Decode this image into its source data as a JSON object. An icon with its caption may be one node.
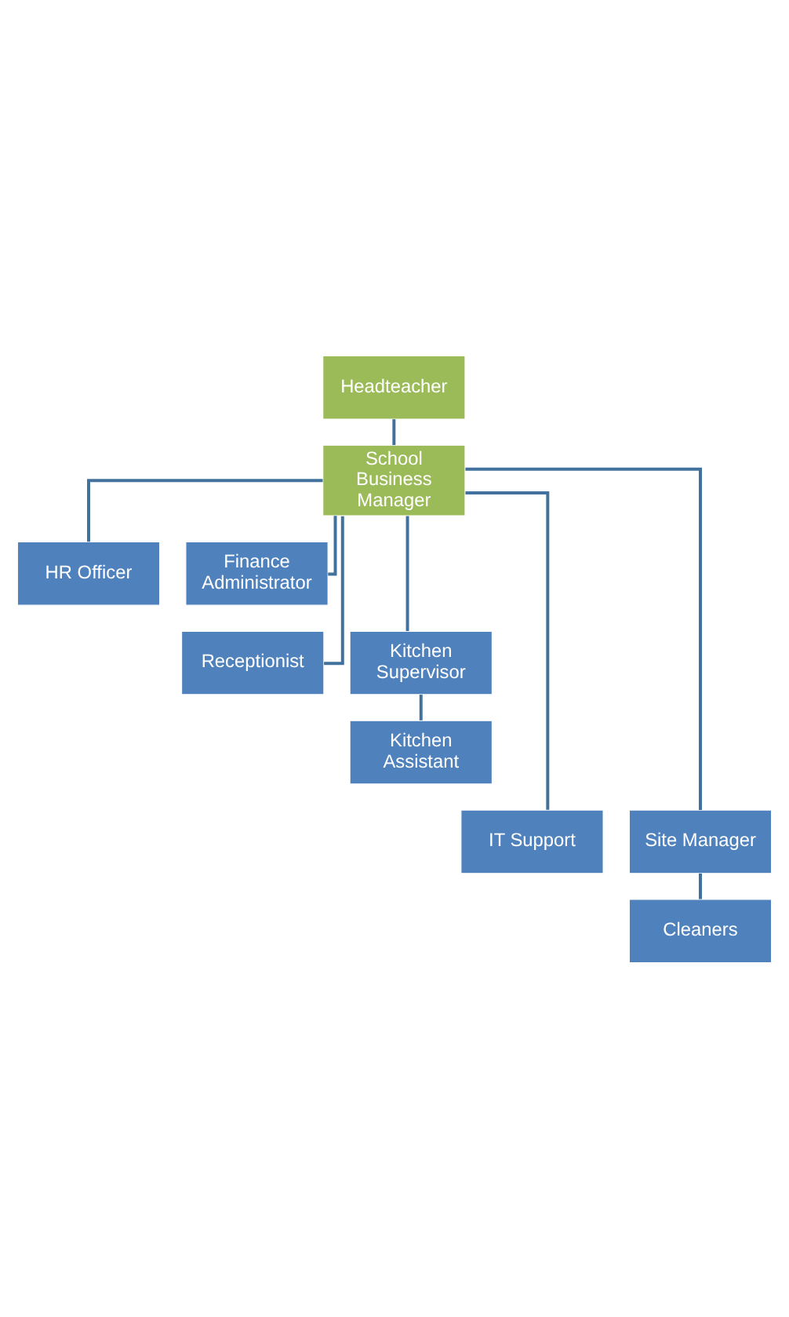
{
  "diagram": {
    "nodes": [
      {
        "text": [
          "Headteacher"
        ]
      },
      {
        "text": [
          "School Business Manager"
        ]
      },
      {
        "text": [
          "HR Officer"
        ]
      },
      {
        "text": [
          "Finance Administrator"
        ]
      },
      {
        "text": [
          "Receptionist"
        ]
      },
      {
        "text": [
          "Kitchen Supervisor"
        ]
      },
      {
        "text": [
          "Kitchen Assistant"
        ]
      },
      {
        "text": [
          "IT Support"
        ]
      },
      {
        "text": [
          "Site Manager"
        ]
      },
      {
        "text": [
          "Cleaners"
        ]
      }
    ],
    "edges": [
      {
        "from": 0,
        "to": 1,
        "arrow": "none"
      },
      {
        "from": 1,
        "to": 2,
        "arrow": "none"
      },
      {
        "from": 1,
        "to": 3,
        "arrow": "none"
      },
      {
        "from": 1,
        "to": 4,
        "arrow": "none"
      },
      {
        "from": 1,
        "to": 5,
        "arrow": "none"
      },
      {
        "from": 5,
        "to": 6,
        "arrow": "none"
      },
      {
        "from": 1,
        "to": 7,
        "arrow": "none"
      },
      {
        "from": 1,
        "to": 8,
        "arrow": "none"
      },
      {
        "from": 8,
        "to": 9,
        "arrow": "none"
      }
    ]
  }
}
